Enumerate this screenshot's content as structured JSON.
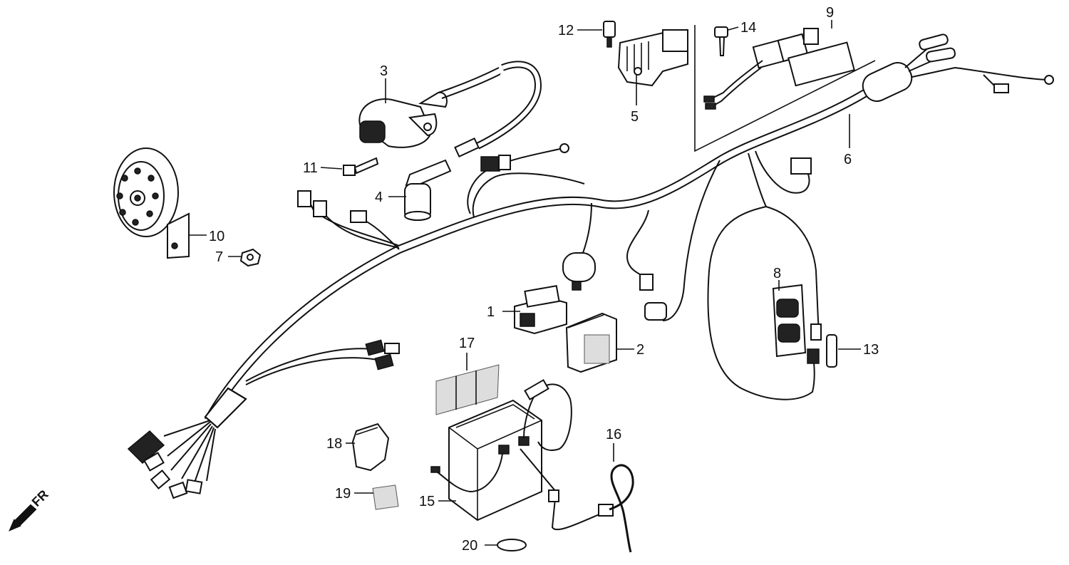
{
  "callouts": [
    "1",
    "2",
    "3",
    "4",
    "5",
    "6",
    "7",
    "8",
    "9",
    "10",
    "11",
    "12",
    "13",
    "14",
    "15",
    "16",
    "17",
    "18",
    "19",
    "20"
  ],
  "direction_label": "FR"
}
